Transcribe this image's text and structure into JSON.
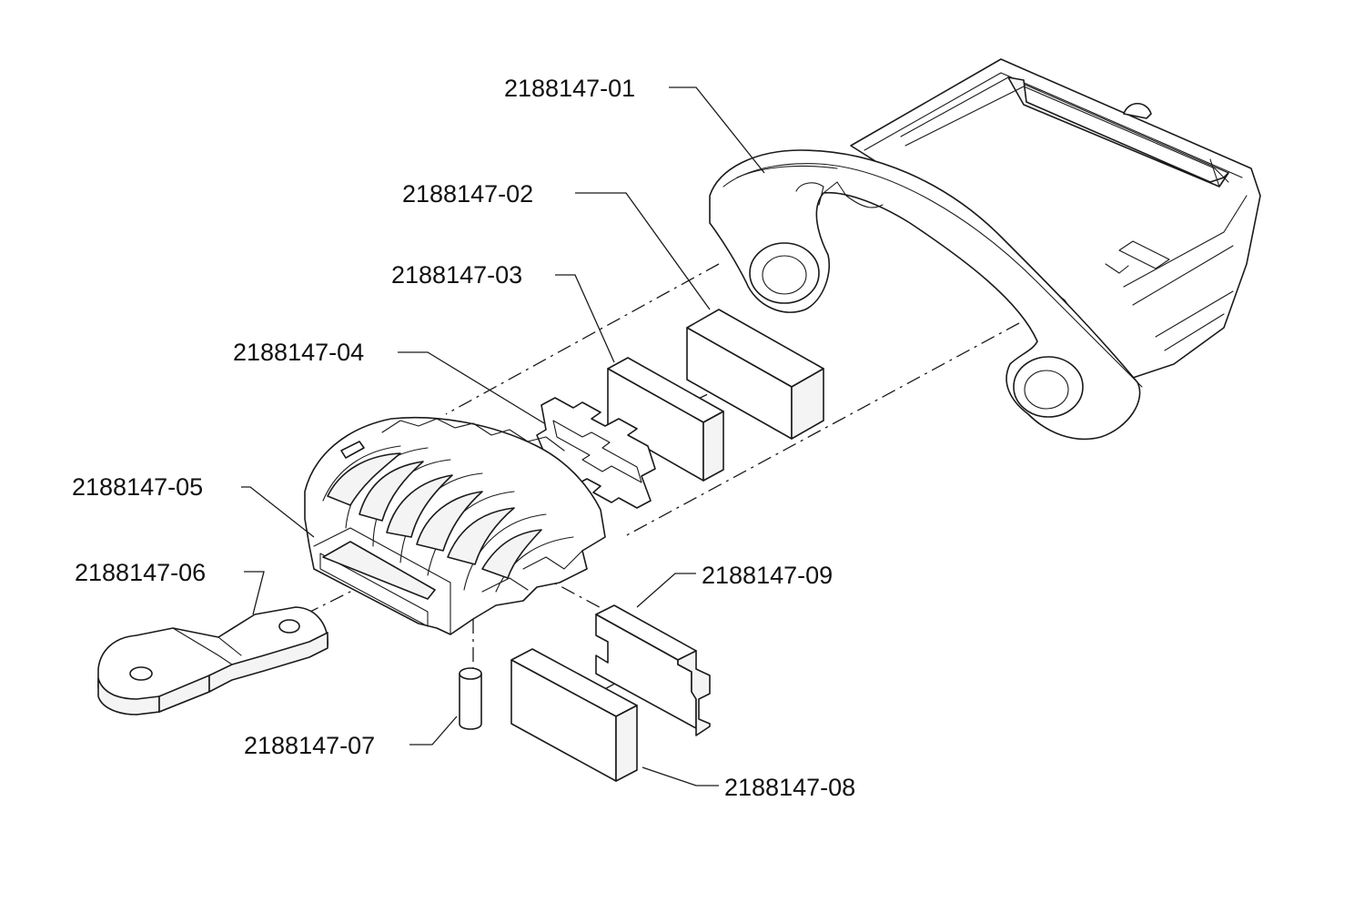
{
  "parts": [
    {
      "id": "01",
      "label": "2188147-01",
      "icon": "housing-icon"
    },
    {
      "id": "02",
      "label": "2188147-02",
      "icon": "large-block-icon"
    },
    {
      "id": "03",
      "label": "2188147-03",
      "icon": "medium-block-icon"
    },
    {
      "id": "04",
      "label": "2188147-04",
      "icon": "clip-frame-icon"
    },
    {
      "id": "05",
      "label": "2188147-05",
      "icon": "ribbed-carrier-icon"
    },
    {
      "id": "06",
      "label": "2188147-06",
      "icon": "terminal-tab-icon"
    },
    {
      "id": "07",
      "label": "2188147-07",
      "icon": "pin-icon"
    },
    {
      "id": "08",
      "label": "2188147-08",
      "icon": "small-block-icon"
    },
    {
      "id": "09",
      "label": "2188147-09",
      "icon": "notched-plate-icon"
    }
  ]
}
